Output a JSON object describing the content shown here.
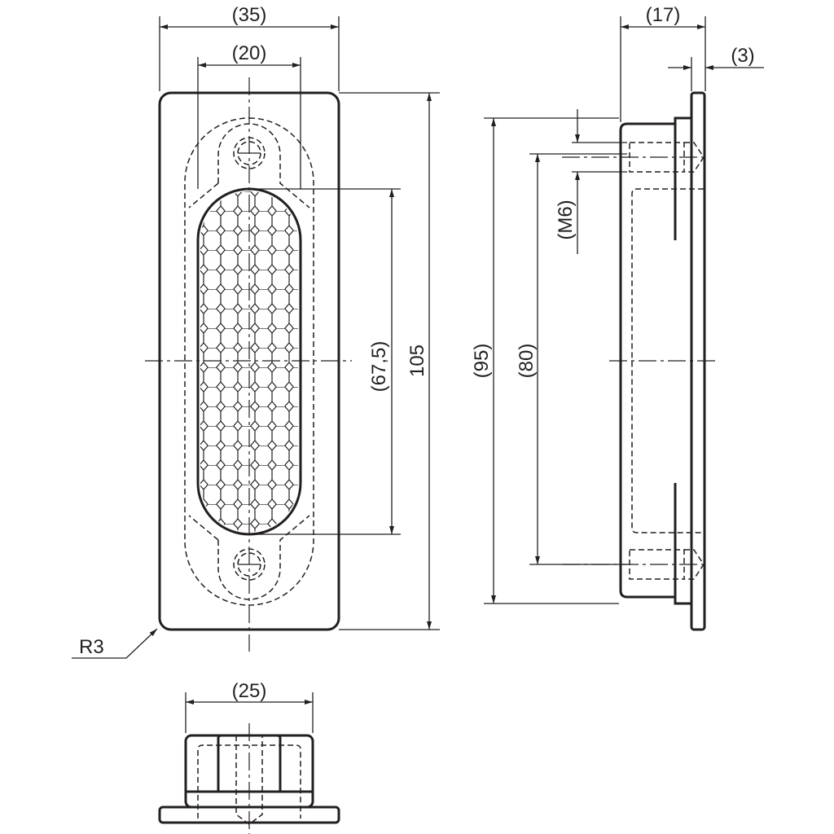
{
  "drawing": {
    "front_view": {
      "width_outer": "(35)",
      "width_grip": "(20)",
      "height_outer": "105",
      "height_grip": "(67,5)",
      "corner_radius": "R3"
    },
    "side_view": {
      "depth_total": "(17)",
      "plate_thickness": "(3)",
      "thread": "(M6)",
      "body_height": "(95)",
      "hole_spacing": "(80)"
    },
    "bottom_view": {
      "body_width": "(25)"
    },
    "colors": {
      "line": "#231f20",
      "background": "#ffffff"
    }
  }
}
